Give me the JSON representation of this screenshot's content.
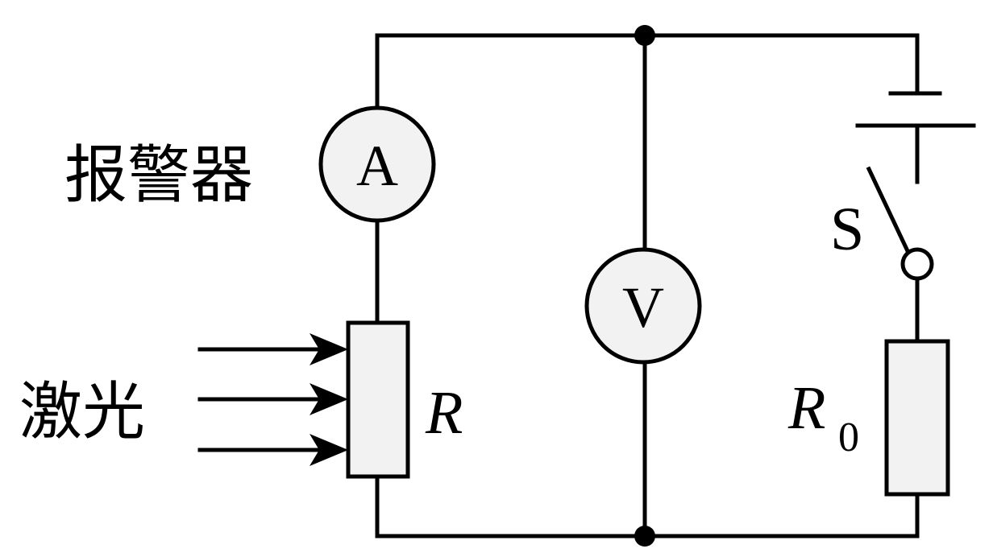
{
  "labels": {
    "alarm": "报警器",
    "laser": "激光",
    "ammeter_symbol": "A",
    "voltmeter_symbol": "V",
    "photoresistor": "R",
    "fixed_resistor_letter": "R",
    "fixed_resistor_subscript": "0",
    "switch": "S"
  },
  "colors": {
    "line": "#000000",
    "component_fill": "#f2f2f2",
    "background": "#ffffff"
  }
}
